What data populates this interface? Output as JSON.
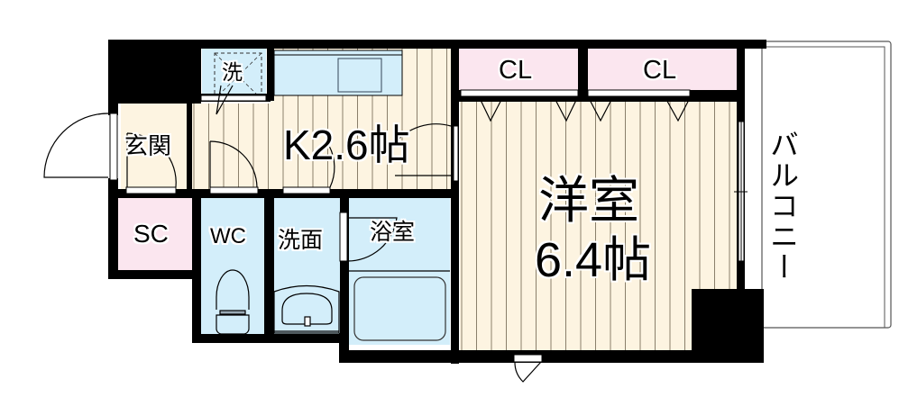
{
  "floorplan": {
    "colors": {
      "wall": "#000000",
      "flooring": "#fdf4e1",
      "flooring_lines": "#8a7f6b",
      "wet_area": "#d3eefa",
      "storage": "#fbe6ef",
      "balcony": "#ffffff"
    },
    "rooms": {
      "entrance": "玄関",
      "shoe_closet": "SC",
      "washer": "洗",
      "kitchen": "K2.6帖",
      "toilet": "WC",
      "washroom": "洗面",
      "bathroom": "浴室",
      "closet_1": "CL",
      "closet_2": "CL",
      "western_room_name": "洋室",
      "western_room_size": "6.4帖",
      "balcony": "バルコニー"
    }
  }
}
